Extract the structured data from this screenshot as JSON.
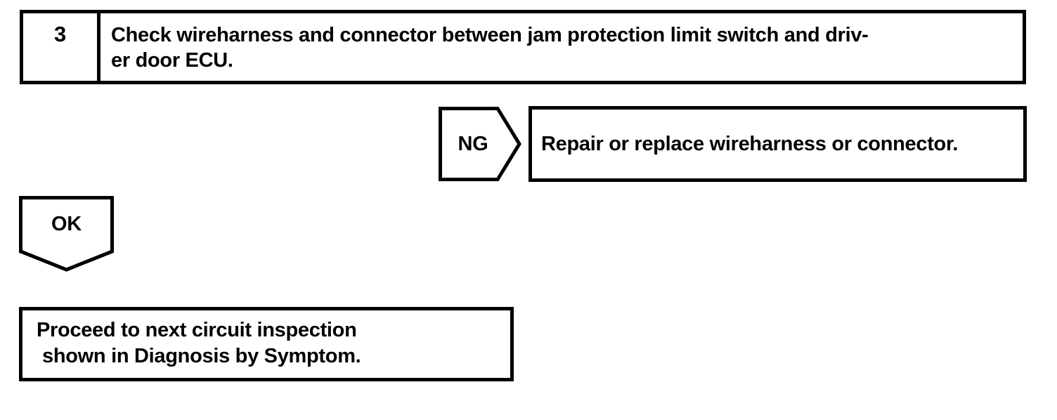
{
  "flowchart": {
    "step": {
      "number": "3",
      "instruction_line1": "Check wireharness and connector between jam protection limit switch and driv-",
      "instruction_line2": "er door ECU."
    },
    "ng": {
      "label": "NG",
      "action": "Repair or replace wireharness or connector."
    },
    "ok": {
      "label": "OK",
      "action_line1": "Proceed to next circuit inspection",
      "action_line2": "shown in Diagnosis by Symptom."
    }
  },
  "colors": {
    "line": "#000000",
    "background": "#ffffff",
    "text": "#000000"
  }
}
